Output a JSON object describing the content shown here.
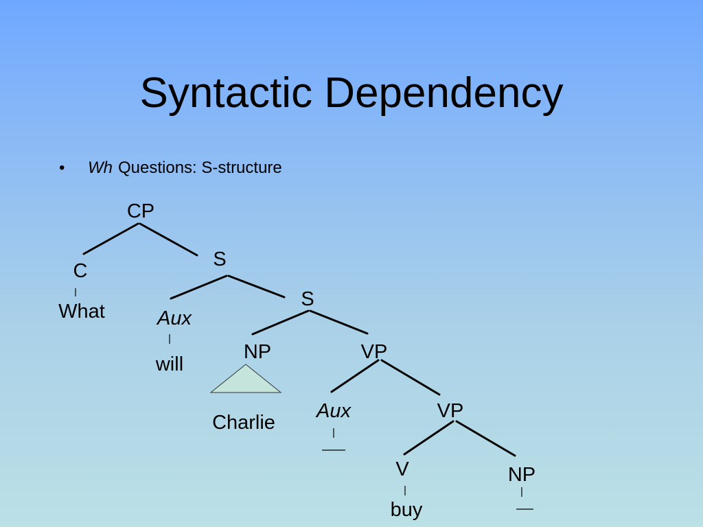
{
  "slide": {
    "title": "Syntactic Dependency",
    "bullet": {
      "marker": "•",
      "italic_part": "Wh",
      "text": "Questions: S-structure"
    }
  },
  "tree": {
    "nodes": {
      "cp": "CP",
      "c": "C",
      "what": "What",
      "s1": "S",
      "aux1": "Aux",
      "will": "will",
      "s2": "S",
      "np1": "NP",
      "charlie": "Charlie",
      "vp1": "VP",
      "aux2": "Aux",
      "vp2": "VP",
      "v": "V",
      "buy": "buy",
      "np2": "NP"
    }
  },
  "colors": {
    "background_top": "#6fa8ff",
    "background_bottom": "#bbe0e6",
    "triangle_fill": "#c4e4dc"
  }
}
